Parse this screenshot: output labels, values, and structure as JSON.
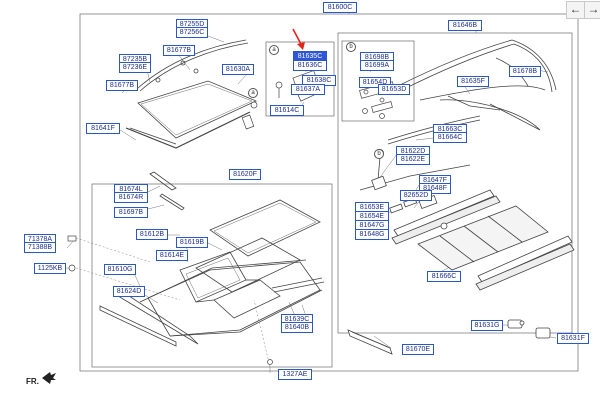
{
  "nav": {
    "back_icon": "←",
    "forward_icon": "→"
  },
  "colors": {
    "label_border": "#2b58c8",
    "label_text": "#1a2f8a",
    "highlight": "#2f56d8",
    "pointer_arrow": "#e0231c"
  },
  "direction_label": "FR.",
  "main_label": "81600C",
  "parts": [
    {
      "id": "p81600C",
      "text": "81600C"
    },
    {
      "id": "p81646B",
      "text": "81646B"
    },
    {
      "id": "p87255D",
      "text": "87255D"
    },
    {
      "id": "p87256C",
      "text": "87256C"
    },
    {
      "id": "p81677B_a",
      "text": "81677B"
    },
    {
      "id": "p87235B",
      "text": "87235B"
    },
    {
      "id": "p87236E",
      "text": "87236E"
    },
    {
      "id": "p81677B_b",
      "text": "81677B"
    },
    {
      "id": "p81630A",
      "text": "81630A"
    },
    {
      "id": "p81641F",
      "text": "81641F"
    },
    {
      "id": "pSel",
      "text": "81635C",
      "selected": true
    },
    {
      "id": "p81636C",
      "text": "81636C"
    },
    {
      "id": "p81638C",
      "text": "81638C"
    },
    {
      "id": "p81637A",
      "text": "81637A"
    },
    {
      "id": "p81614C",
      "text": "81614C"
    },
    {
      "id": "p81698B",
      "text": "81698B"
    },
    {
      "id": "p81699A",
      "text": "81699A"
    },
    {
      "id": "p81654D",
      "text": "81654D"
    },
    {
      "id": "p81653D",
      "text": "81653D"
    },
    {
      "id": "p81678B",
      "text": "81678B"
    },
    {
      "id": "p81635F",
      "text": "81635F"
    },
    {
      "id": "p81663C",
      "text": "81663C"
    },
    {
      "id": "p81664C",
      "text": "81664C"
    },
    {
      "id": "p81622D",
      "text": "81622D"
    },
    {
      "id": "p81622E",
      "text": "81622E"
    },
    {
      "id": "p81647F",
      "text": "81647F"
    },
    {
      "id": "p81648F",
      "text": "81648F"
    },
    {
      "id": "p82652D",
      "text": "82652D"
    },
    {
      "id": "p81653E",
      "text": "81653E"
    },
    {
      "id": "p81654E",
      "text": "81654E"
    },
    {
      "id": "p81647G",
      "text": "81647G"
    },
    {
      "id": "p81648G",
      "text": "81648G"
    },
    {
      "id": "p81666C",
      "text": "81666C"
    },
    {
      "id": "p81620F",
      "text": "81620F"
    },
    {
      "id": "p81674L",
      "text": "81674L"
    },
    {
      "id": "p81674R",
      "text": "81674R"
    },
    {
      "id": "p81697B",
      "text": "81697B"
    },
    {
      "id": "p81612B",
      "text": "81612B"
    },
    {
      "id": "p81619B",
      "text": "81619B"
    },
    {
      "id": "p81614E",
      "text": "81614E"
    },
    {
      "id": "p71378A",
      "text": "71378A"
    },
    {
      "id": "p71388B",
      "text": "71388B"
    },
    {
      "id": "p1125KB",
      "text": "1125KB"
    },
    {
      "id": "p81610G",
      "text": "81610G"
    },
    {
      "id": "p81624D",
      "text": "81624D"
    },
    {
      "id": "p81639C",
      "text": "81639C"
    },
    {
      "id": "p81640B",
      "text": "81640B"
    },
    {
      "id": "p81670E",
      "text": "81670E"
    },
    {
      "id": "p81631G",
      "text": "81631G"
    },
    {
      "id": "p81631F",
      "text": "81631F"
    },
    {
      "id": "p1327AE",
      "text": "1327AE"
    }
  ],
  "callouts": [
    {
      "id": "a1",
      "text": "a"
    },
    {
      "id": "a2",
      "text": "a"
    },
    {
      "id": "b1",
      "text": "b"
    },
    {
      "id": "b2",
      "text": "b"
    }
  ]
}
